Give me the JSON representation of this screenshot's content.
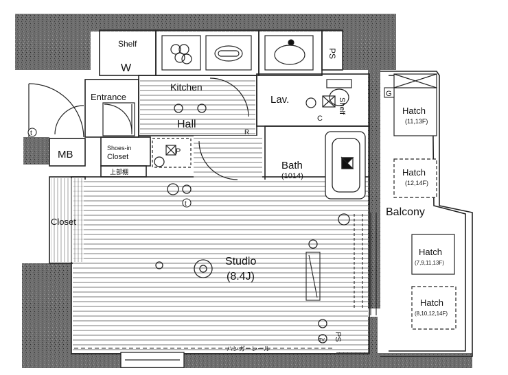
{
  "rooms": {
    "shelf_top": "Shelf",
    "w": "W",
    "kitchen": "Kitchen",
    "entrance": "Entrance",
    "lav": "Lav.",
    "shelf_lav": "Shelf",
    "hall": "Hall",
    "mb": "MB",
    "shoes_line1": "Shoes-in",
    "shoes_line2": "Closet",
    "bath": "Bath",
    "bath_size": "(1014)",
    "closet": "Closet",
    "studio": "Studio",
    "studio_size": "(8.4J)",
    "balcony": "Balcony",
    "upper_shelf": "上部棚",
    "hanger_rail": "ハンガーレール"
  },
  "marks": {
    "ps_top": "PS",
    "ps_bottom": "PS",
    "g": "G",
    "c": "C",
    "r": "R",
    "p": "P",
    "t_outside": "t",
    "t_studio": "t",
    "tv": "TV"
  },
  "hatches": [
    {
      "label": "Hatch",
      "floors": "(11,13F)"
    },
    {
      "label": "Hatch",
      "floors": "(12,14F)"
    },
    {
      "label": "Hatch",
      "floors": "(7,9,11,13F)"
    },
    {
      "label": "Hatch",
      "floors": "(8,10,12,14F)"
    }
  ]
}
